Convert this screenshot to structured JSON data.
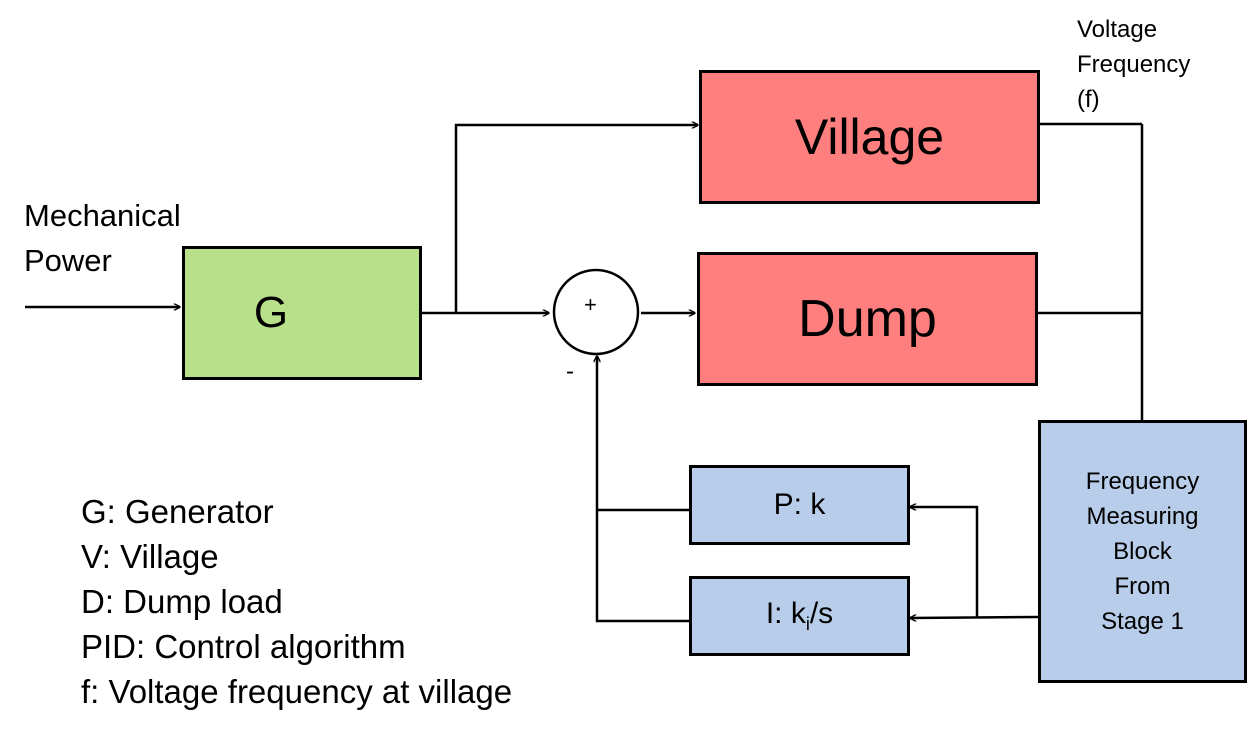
{
  "labels": {
    "input_line1": "Mechanical",
    "input_line2": "Power",
    "output_line1": "Voltage",
    "output_line2": "Frequency",
    "output_line3": "(f)",
    "sum_plus": "+",
    "sum_minus": "-"
  },
  "blocks": {
    "generator": "G",
    "village": "Village",
    "dump": "Dump",
    "p_gain_prefix": "P: k",
    "i_gain_prefix": "I: k",
    "i_gain_subscript": "i",
    "i_gain_suffix": "/s",
    "freq_line1": "Frequency",
    "freq_line2": "Measuring",
    "freq_line3": "Block",
    "freq_line4": "From",
    "freq_line5": "Stage 1"
  },
  "legend": [
    "G: Generator",
    "V: Village",
    "D: Dump load",
    "PID: Control algorithm",
    "f: Voltage frequency at village"
  ],
  "colors": {
    "generator_fill": "#b8df8a",
    "load_fill": "#ff7f7f",
    "controller_fill": "#b8cde9",
    "line": "#000000"
  }
}
